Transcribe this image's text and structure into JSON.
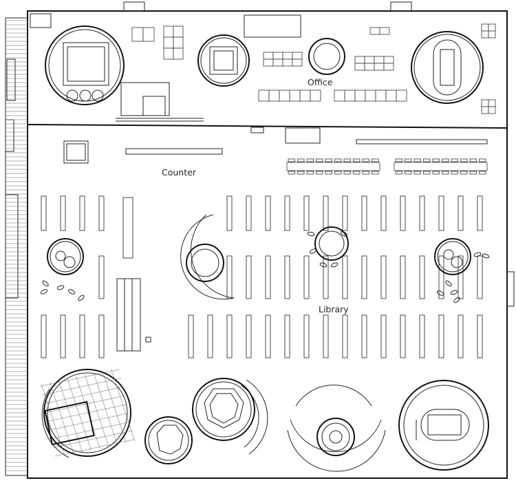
{
  "labels": {
    "office": "Office",
    "counter": "Counter",
    "library": "Library"
  },
  "colors": {
    "line": "#222222",
    "background": "#ffffff"
  }
}
